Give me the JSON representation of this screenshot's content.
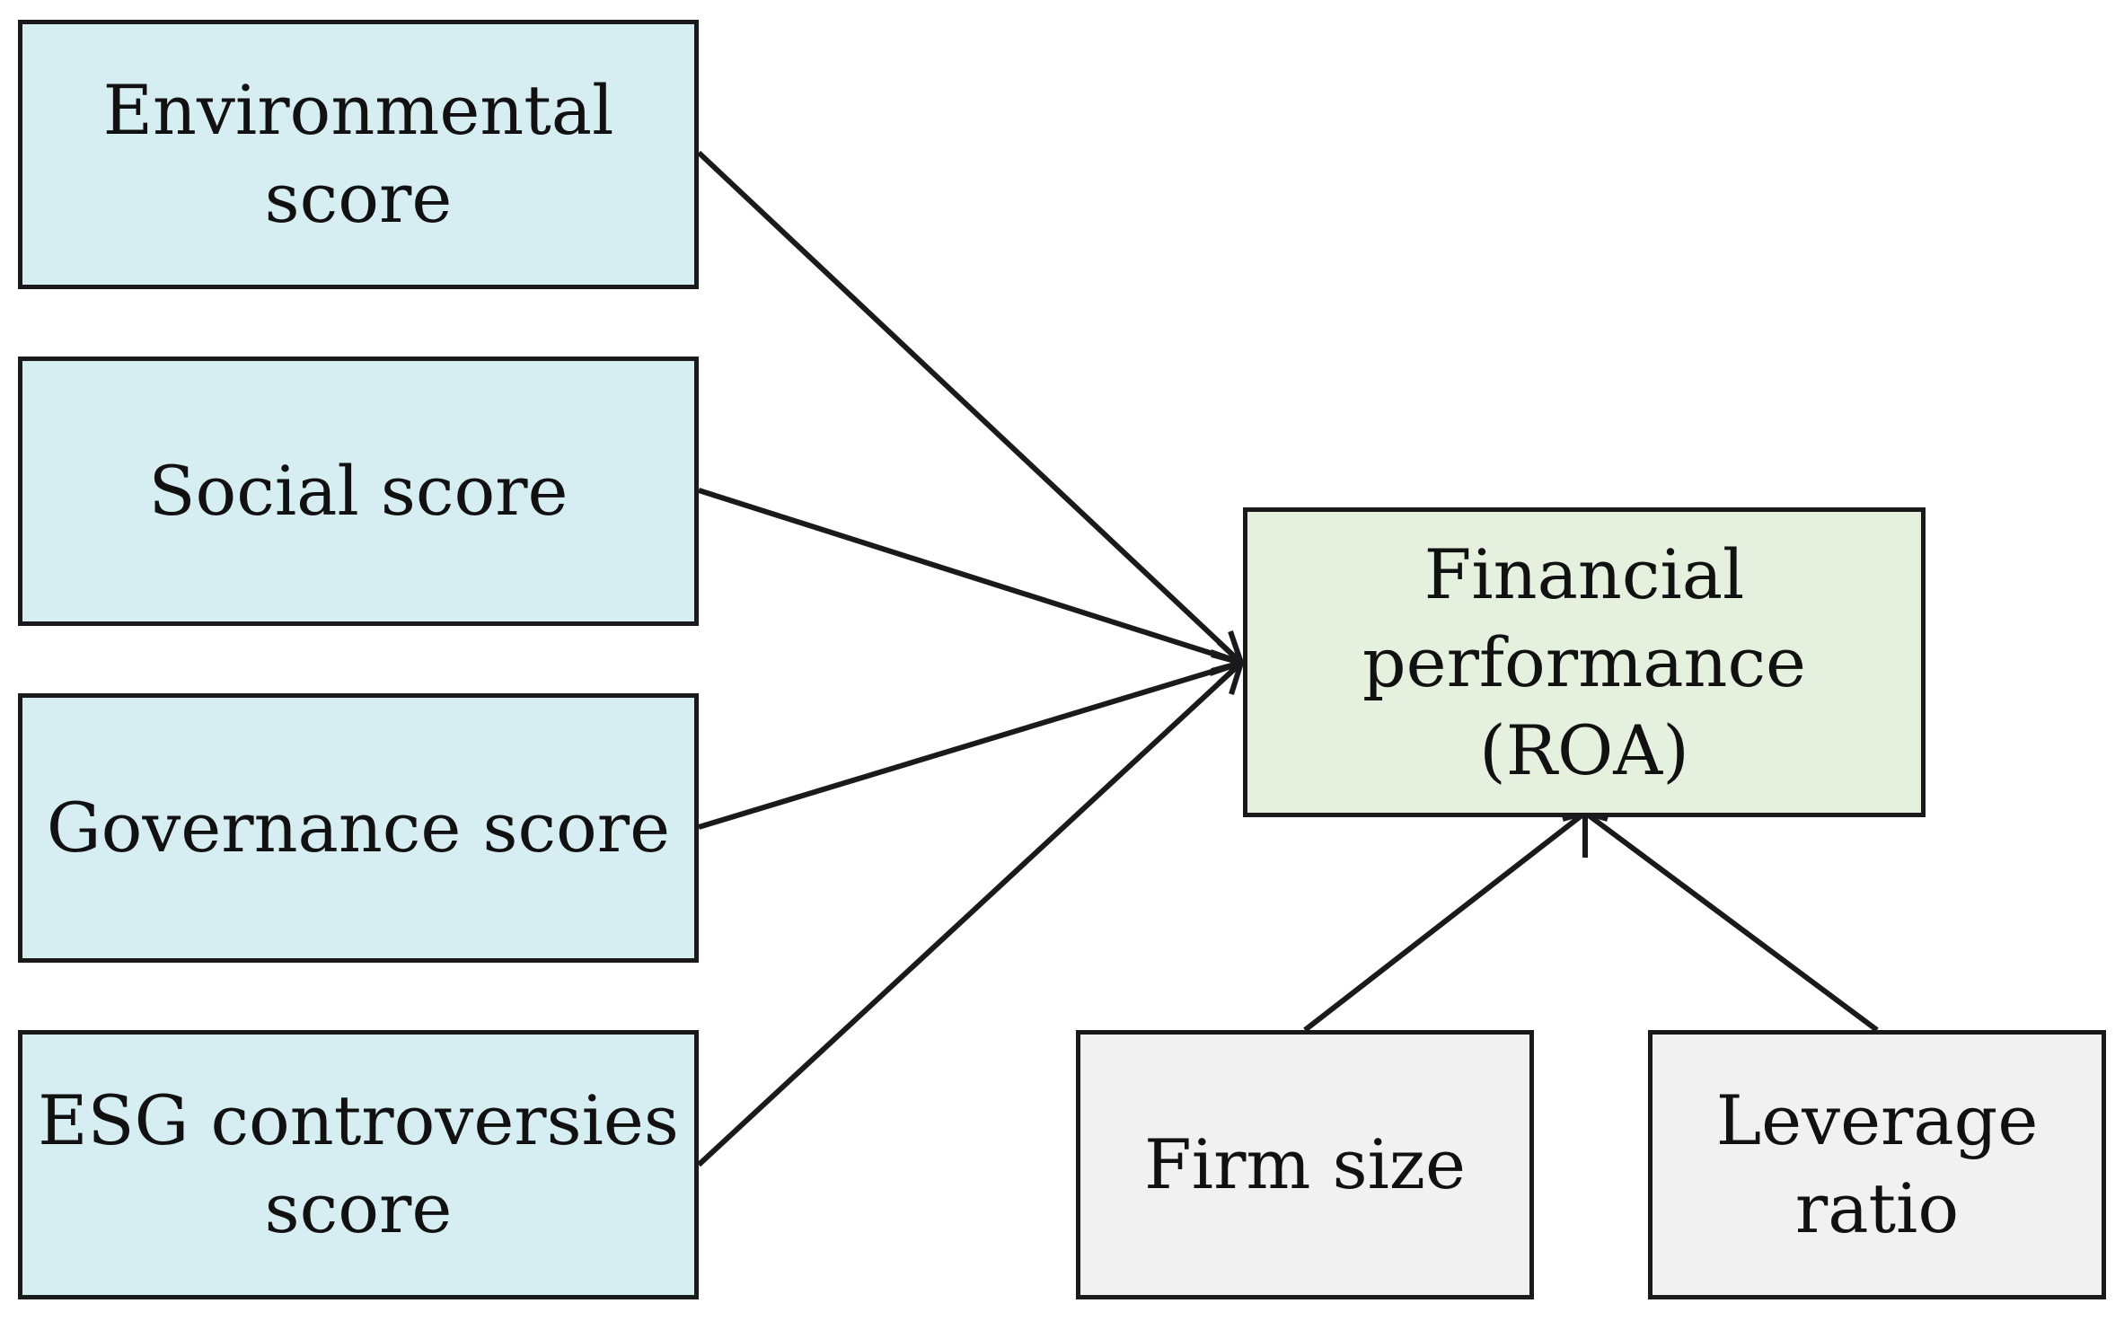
{
  "diagram": {
    "predictors": [
      {
        "id": "env",
        "label": "Environmental\nscore"
      },
      {
        "id": "soc",
        "label": "Social score"
      },
      {
        "id": "gov",
        "label": "Governance score"
      },
      {
        "id": "esgc",
        "label": "ESG controversies\nscore"
      }
    ],
    "outcome": {
      "id": "roa",
      "label": "Financial\nperformance\n(ROA)"
    },
    "controls": [
      {
        "id": "size",
        "label": "Firm size"
      },
      {
        "id": "lev",
        "label": "Leverage\nratio"
      }
    ],
    "edges": [
      {
        "from": "env",
        "to": "roa"
      },
      {
        "from": "soc",
        "to": "roa"
      },
      {
        "from": "gov",
        "to": "roa"
      },
      {
        "from": "esgc",
        "to": "roa"
      },
      {
        "from": "size",
        "to": "roa"
      },
      {
        "from": "lev",
        "to": "roa"
      }
    ],
    "colors": {
      "predictor_fill": "#d6edf1",
      "outcome_fill": "#e6f0de",
      "control_fill": "#f1f1f1",
      "stroke": "#1a1a1a"
    }
  }
}
